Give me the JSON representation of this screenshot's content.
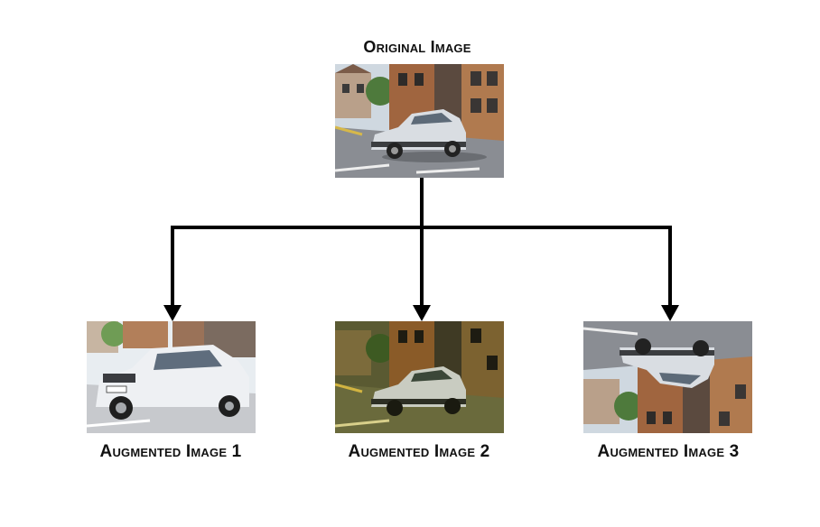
{
  "original": {
    "label": "Original Image"
  },
  "augmented": [
    {
      "label": "Augmented Image 1"
    },
    {
      "label": "Augmented Image 2"
    },
    {
      "label": "Augmented Image 3"
    }
  ],
  "colors": {
    "arrow": "#000000",
    "sky": "#cfd8e0",
    "road": "#8a8d93",
    "brick": "#a0653f",
    "car": "#d9dde2"
  },
  "icons": [
    "car-photo",
    "arrow-down"
  ]
}
